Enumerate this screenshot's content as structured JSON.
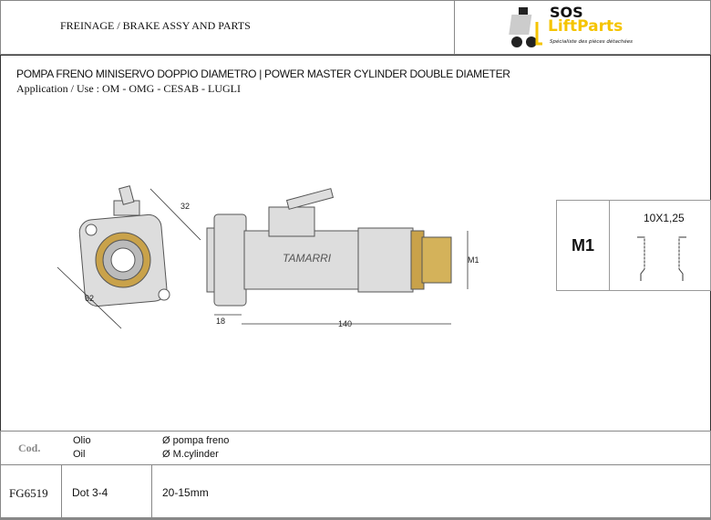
{
  "header": {
    "category": "FREINAGE / BRAKE ASSY AND PARTS",
    "logo": {
      "line1": "SOS",
      "line2": "LiftParts",
      "tagline": "Spécialiste des pièces détachées"
    }
  },
  "product": {
    "title": "POMPA FRENO MINISERVO DOPPIO DIAMETRO | POWER MASTER CYLINDER DOUBLE DIAMETER",
    "application": "Application / Use :  OM - OMG - CESAB - LUGLI"
  },
  "drawing": {
    "dim_32": "32",
    "dim_62": "62",
    "dim_18": "18",
    "dim_140": "140",
    "dim_m1": "M1",
    "brand": "TAMARRI"
  },
  "thread": {
    "label": "M1",
    "value": "10X1,25"
  },
  "table": {
    "headers": {
      "code": "Cod.",
      "oil_it": "Olio",
      "oil_en": "Oil",
      "dia_it": "Ø pompa freno",
      "dia_en": "Ø M.cylinder"
    },
    "row": {
      "code": "FG6519",
      "oil": "Dot 3-4",
      "diameter": "20-15mm"
    }
  }
}
